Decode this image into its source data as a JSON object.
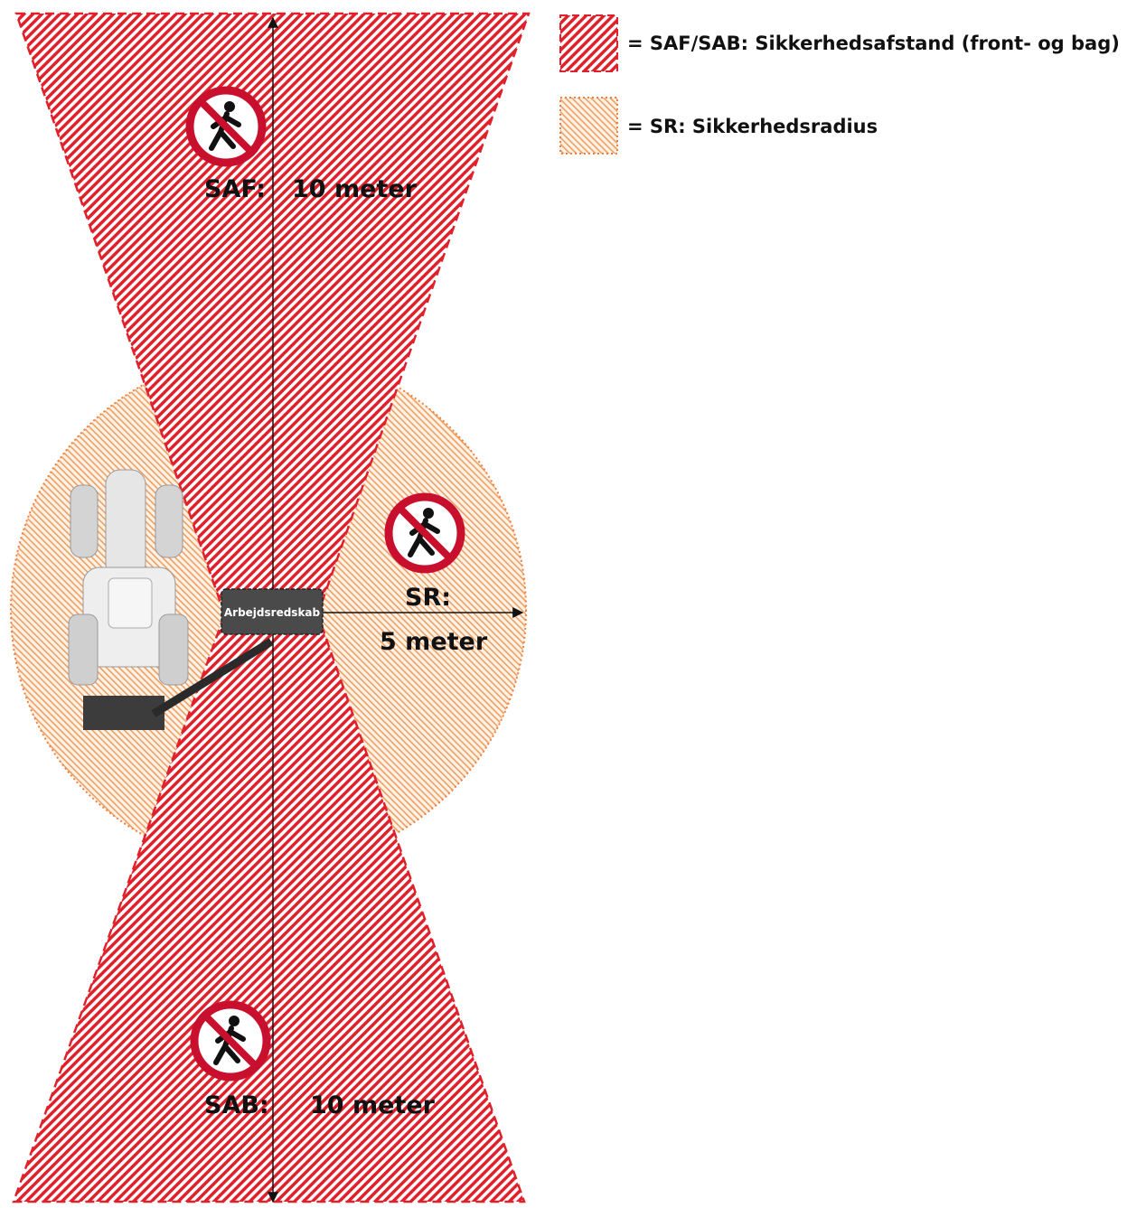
{
  "legend": {
    "saf_sab": "= SAF/SAB: Sikkerhedsafstand (front- og bag)",
    "sr": "= SR: Sikkerhedsradius"
  },
  "labels": {
    "saf": "SAF:",
    "saf_distance": "10 meter",
    "sab": "SAB:",
    "sab_distance": "10 meter",
    "sr": "SR:",
    "sr_distance": "5 meter",
    "implement": "Arbejdsredskab"
  },
  "icons": {
    "prohibition": "no-pedestrians-icon",
    "vehicle": "tractor-icon"
  },
  "colors": {
    "hatch_red": "#e0202a",
    "hatch_orange": "#f0a060",
    "sign_red": "#c8102e",
    "implement_box": "#4a4a4a"
  }
}
